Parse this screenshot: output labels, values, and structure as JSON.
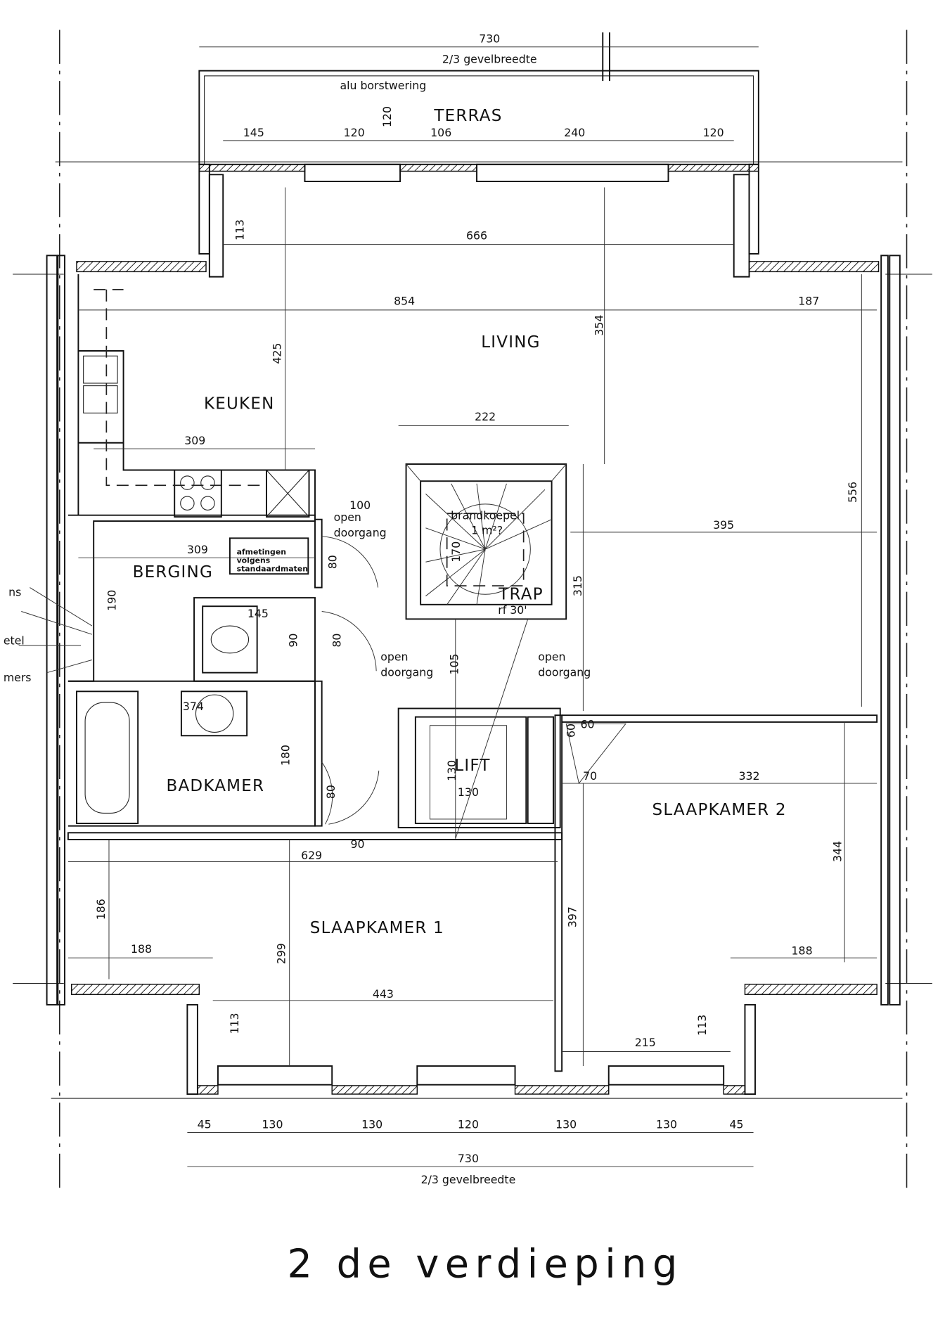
{
  "title": "2 de verdieping",
  "rooms": {
    "terras": "TERRAS",
    "living": "LIVING",
    "keuken": "KEUKEN",
    "berging": "BERGING",
    "badkamer": "BADKAMER",
    "slaapkamer1": "SLAAPKAMER 1",
    "slaapkamer2": "SLAAPKAMER 2",
    "trap": "TRAP",
    "trap_rf": "rf 30'",
    "lift": "LIFT"
  },
  "notes": {
    "top_width": "730",
    "top_gevel": "2/3 gevelbreedte",
    "borstwering": "alu borstwering",
    "brandkoepel": "brandkoepel",
    "brandkoepel_size": "1 m²?",
    "open_doorgang": "open doorgang",
    "open": "open",
    "doorgang": "doorgang",
    "afmetingen": [
      "afmetingen",
      "volgens",
      "standaardmaten"
    ],
    "cut_labels": [
      "ns",
      "etel",
      "mers"
    ],
    "bottom_width": "730",
    "bottom_gevel": "2/3 gevelbreedte"
  },
  "dims": [
    "145",
    "120",
    "120",
    "106",
    "240",
    "120",
    "113",
    "666",
    "854",
    "187",
    "354",
    "425",
    "309",
    "222",
    "100",
    "309",
    "80",
    "190",
    "145",
    "90",
    "80",
    "395",
    "556",
    "315",
    "105",
    "374",
    "180",
    "80",
    "60",
    "60",
    "70",
    "332",
    "130",
    "130",
    "90",
    "629",
    "344",
    "186",
    "188",
    "299",
    "397",
    "188",
    "443",
    "113",
    "215",
    "113",
    "170"
  ],
  "bottom_dims": [
    "45",
    "130",
    "130",
    "120",
    "130",
    "130",
    "45"
  ]
}
